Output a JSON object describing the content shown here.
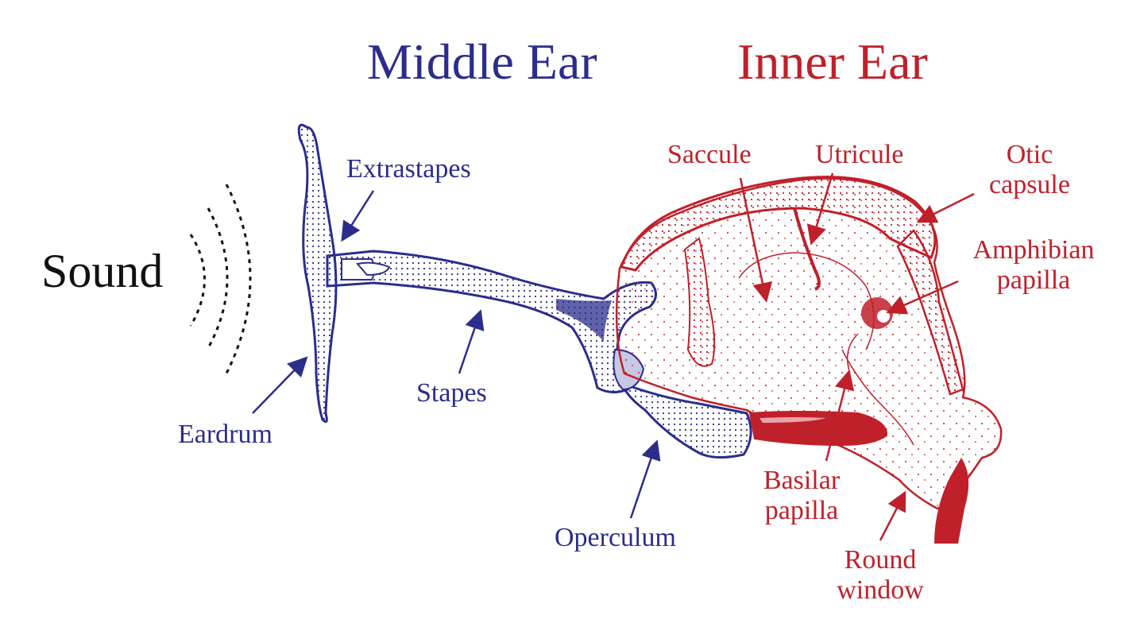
{
  "titles": {
    "middle_ear": "Middle Ear",
    "inner_ear": "Inner Ear"
  },
  "labels": {
    "sound": "Sound",
    "extrastapes": "Extrastapes",
    "stapes": "Stapes",
    "eardrum": "Eardrum",
    "operculum": "Operculum",
    "saccule": "Saccule",
    "utricule": "Utricule",
    "otic_capsule_line1": "Otic",
    "otic_capsule_line2": "capsule",
    "amphibian_papilla_line1": "Amphibian",
    "amphibian_papilla_line2": "papilla",
    "basilar_papilla_line1": "Basilar",
    "basilar_papilla_line2": "papilla",
    "round_window_line1": "Round",
    "round_window_line2": "window"
  },
  "colors": {
    "middle_ear": "#2b2d8c",
    "inner_ear": "#c0202a",
    "sound": "#111111"
  }
}
